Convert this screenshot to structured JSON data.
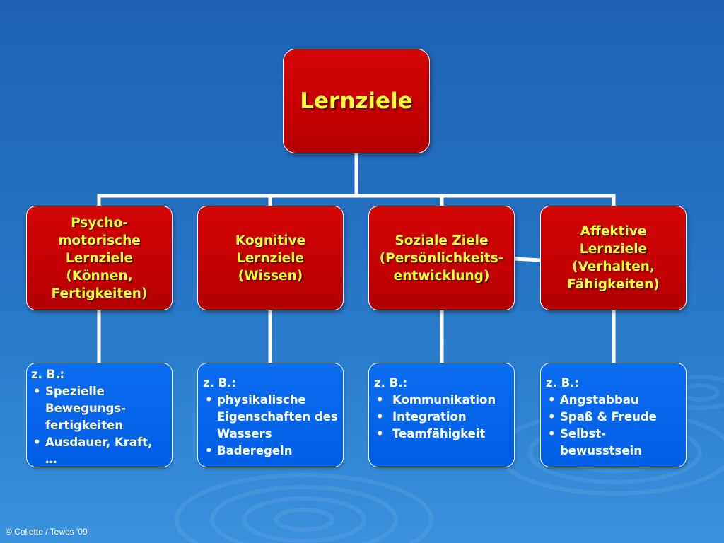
{
  "root": {
    "label": "Lernziele"
  },
  "categories": [
    {
      "lines": [
        "Psycho-",
        "motorische",
        "Lernziele",
        "(Können,",
        "Fertigkeiten)"
      ]
    },
    {
      "lines": [
        "Kognitive",
        "Lernziele",
        "(Wissen)"
      ]
    },
    {
      "lines": [
        "Soziale Ziele",
        "(Persönlichkeits-",
        "entwicklung)"
      ]
    },
    {
      "lines": [
        "Affektive",
        "Lernziele",
        "(Verhalten,",
        "Fähigkeiten)"
      ]
    }
  ],
  "examples": [
    {
      "heading": "z. B.:",
      "items": [
        {
          "lines": [
            "Spezielle",
            "Bewegungs-",
            "fertigkeiten"
          ]
        },
        {
          "lines": [
            "Ausdauer, Kraft,",
            "…"
          ]
        }
      ]
    },
    {
      "heading": "z. B.:",
      "items": [
        {
          "lines": [
            "physikalische",
            "Eigenschaften des",
            "Wassers"
          ]
        },
        {
          "lines": [
            "Baderegeln"
          ]
        }
      ]
    },
    {
      "heading": "z. B.:",
      "items": [
        {
          "lines": [
            "Kommunikation"
          ]
        },
        {
          "lines": [
            "Integration"
          ]
        },
        {
          "lines": [
            "Teamfähigkeit"
          ]
        }
      ]
    },
    {
      "heading": "z. B.:",
      "items": [
        {
          "lines": [
            "Angstabbau"
          ]
        },
        {
          "lines": [
            "Spaß & Freude"
          ]
        },
        {
          "lines": [
            "Selbst-",
            "bewusstsein"
          ]
        }
      ]
    }
  ],
  "footer": {
    "copyright": "© Collette / Tewes '09"
  },
  "colors": {
    "background": "#1f66b7",
    "category_box": "#c80000",
    "example_box": "#0a66ec",
    "title_text": "#ffff33",
    "connector": "#ffffff"
  }
}
